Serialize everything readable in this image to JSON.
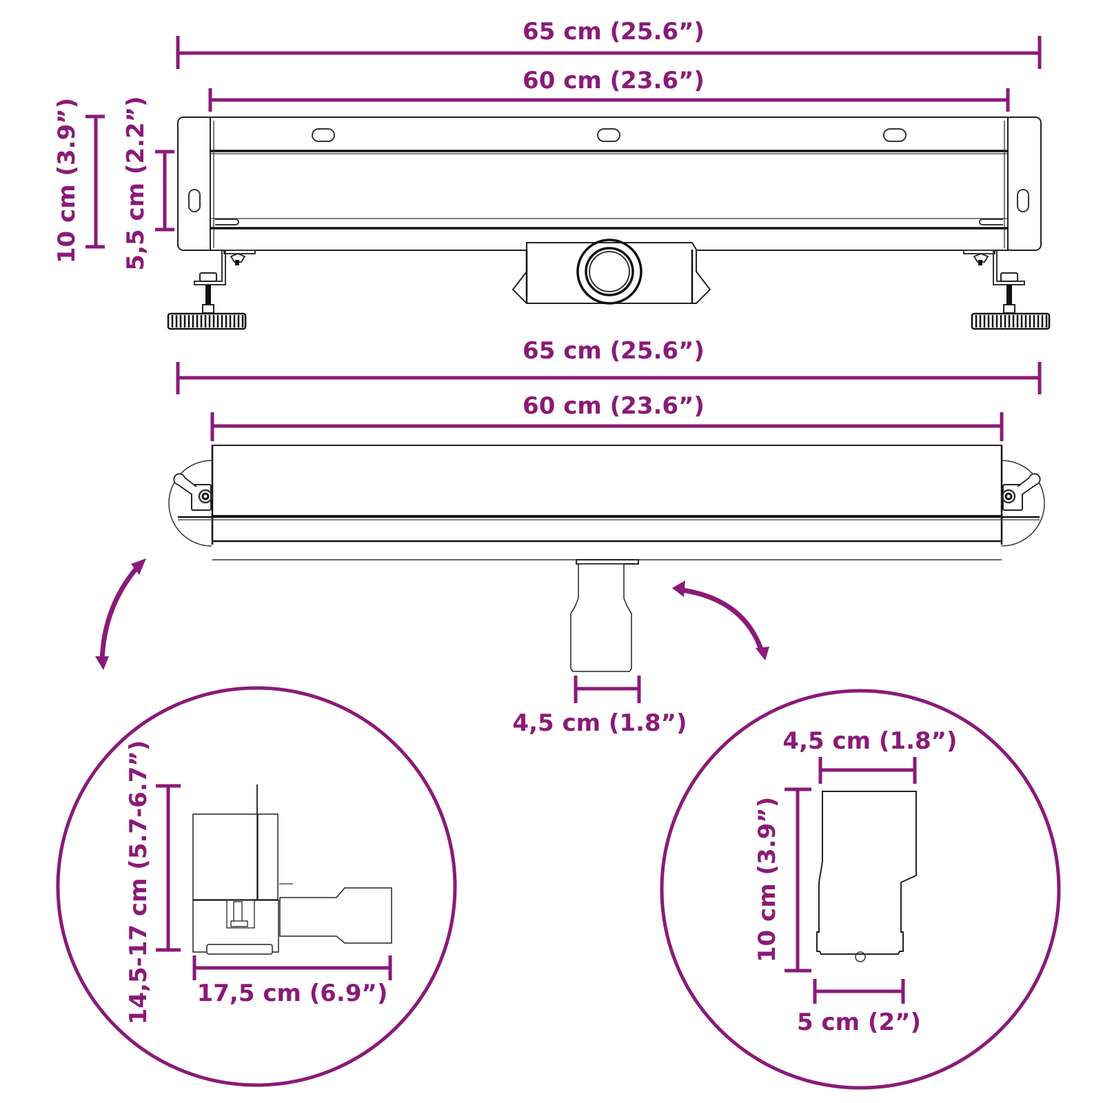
{
  "diagram": {
    "subject": "Linear shower drain with adjustable feet and outlet",
    "accent_color": "#8a1a78",
    "line_color": "#222222",
    "top_view": {
      "overall_width": "65 cm (25.6”)",
      "channel_width": "60 cm (23.6”)",
      "overall_height": "10 cm (3.9”)",
      "channel_depth": "5,5 cm (2.2”)"
    },
    "front_view": {
      "overall_width": "65 cm (25.6”)",
      "channel_width": "60 cm (23.6”)",
      "outlet_diameter": "4,5 cm (1.8”)"
    },
    "detail_left": {
      "height_range": "14,5-17 cm (5.7-6.7”)",
      "depth": "17,5 cm (6.9”)"
    },
    "detail_right": {
      "top_diameter": "4,5 cm (1.8”)",
      "height": "10 cm (3.9”)",
      "bottom_diameter": "5 cm (2”)"
    },
    "icons": {
      "left_arrow": "curved-double-arrow-icon",
      "right_arrow": "curved-double-arrow-icon"
    }
  }
}
